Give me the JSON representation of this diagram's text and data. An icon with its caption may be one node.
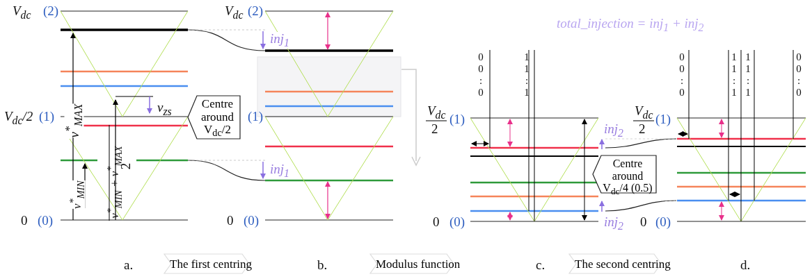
{
  "diagram": {
    "title": "total_injection = inj$_{1}$ + inj$_{2}$",
    "nodes": [
      {
        "text": [
          "Centre around V$_{dc}$/2"
        ]
      },
      {
        "text": [
          "Centre around V$_{dc}$/4 (0.5)"
        ]
      },
      {
        "text": [
          "The first centring"
        ]
      },
      {
        "text": [
          "Modulus function"
        ]
      },
      {
        "text": [
          "The second centring"
        ]
      }
    ],
    "edges": [],
    "labels": [
      "V$_{dc}$",
      "(2)",
      "V$_{dc}$/2",
      "(1)",
      "v$^{*}$$_{MAX}$",
      "v$_{zs}$",
      "v$^{*}$$_{MIN}$ + v$^{*}$$_{MAX}$",
      "2",
      "v$^{*}$$_{MIN}$",
      "0",
      "(0)",
      "V$_{dc}$",
      "(2)",
      "inj$_{1}$",
      "(1)",
      "inj$_{1}$",
      "0",
      "(0)",
      "0 0 : 0",
      "1 1 : 1",
      "V$_{dc}$",
      "2",
      "(1)",
      "inj$_{2}$",
      "0",
      "(0)",
      "inj$_{2}$",
      "0 0 : 0",
      "1 1 : 1",
      "1 1 : 1",
      "0 0 : 0",
      "V$_{dc}$",
      "2",
      "(1)",
      "0",
      "(0)",
      "a.",
      "b.",
      "c.",
      "d."
    ]
  }
}
